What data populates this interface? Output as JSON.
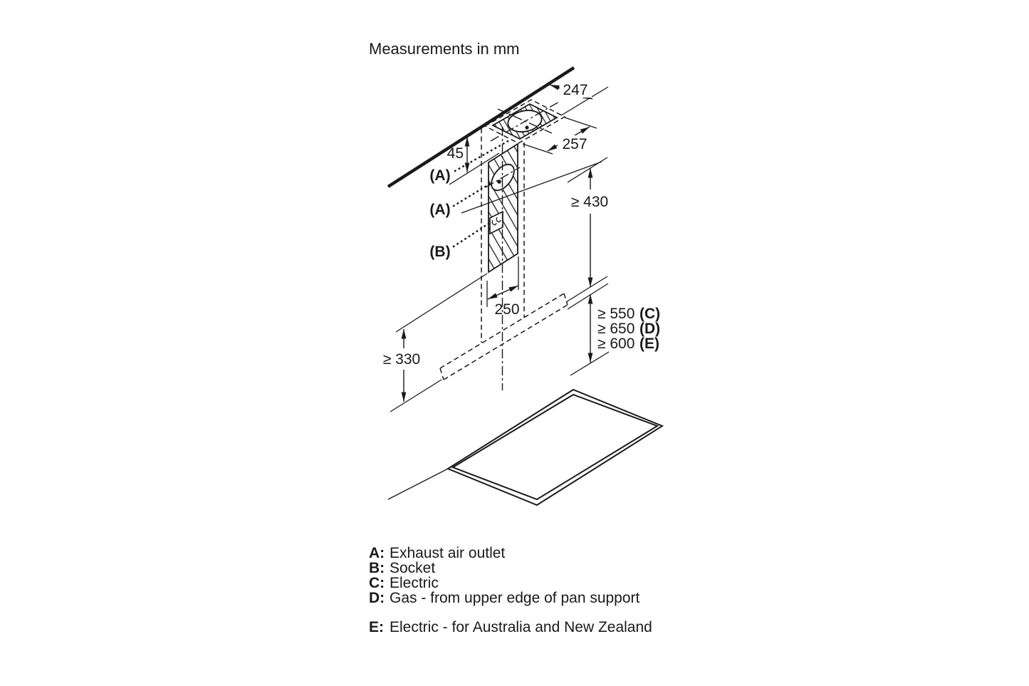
{
  "title": "Measurements in mm",
  "diagram": {
    "dim_247": "247",
    "dim_257": "257",
    "dim_45": "45",
    "dim_430": "≥ 430",
    "dim_250": "250",
    "dim_330": "≥ 330",
    "outlet_label_ceiling": "(A)",
    "outlet_label_wall": "(A)",
    "socket_label": "(B)",
    "clearances": [
      {
        "value": "≥ 550",
        "code": "(C)"
      },
      {
        "value": "≥ 650",
        "code": "(D)"
      },
      {
        "value": "≥ 600",
        "code": "(E)"
      }
    ]
  },
  "legend": [
    {
      "key": "A:",
      "text": "Exhaust air outlet"
    },
    {
      "key": "B:",
      "text": "Socket"
    },
    {
      "key": "C:",
      "text": "Electric"
    },
    {
      "key": "D:",
      "text": "Gas - from upper edge of pan support"
    },
    {
      "key": "E:",
      "text": "Electric - for Australia and New Zealand"
    }
  ],
  "colors": {
    "ink": "#1a1a1a",
    "background": "#ffffff"
  }
}
